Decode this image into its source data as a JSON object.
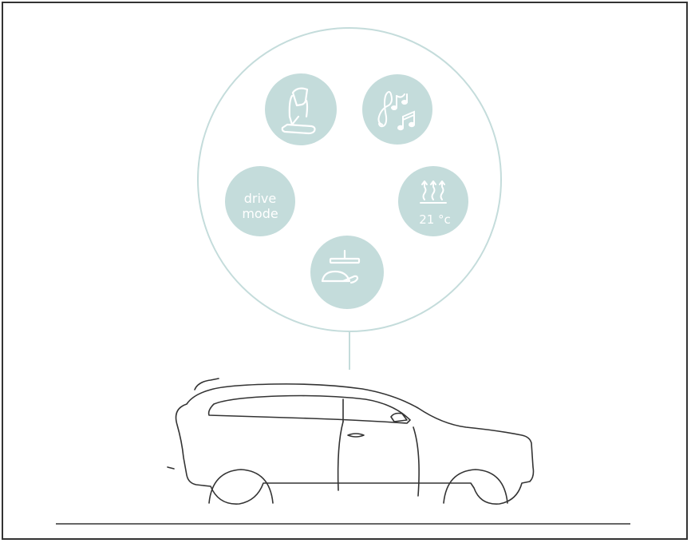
{
  "colors": {
    "bubble_fill": "#c4dcdb",
    "bubble_outline": "#c4dcdb",
    "icon_stroke": "#ffffff",
    "line": "#333333"
  },
  "settings": {
    "seat": {
      "icon": "car-seat-icon"
    },
    "audio": {
      "icon": "music-notes-icon"
    },
    "drive_mode": {
      "line1": "drive",
      "line2": "mode"
    },
    "climate": {
      "icon": "heat-arrows-icon",
      "label": "21 °c"
    },
    "mirror": {
      "icon": "side-mirror-icon"
    }
  },
  "car": {
    "icon": "suv-side-outline-icon"
  }
}
